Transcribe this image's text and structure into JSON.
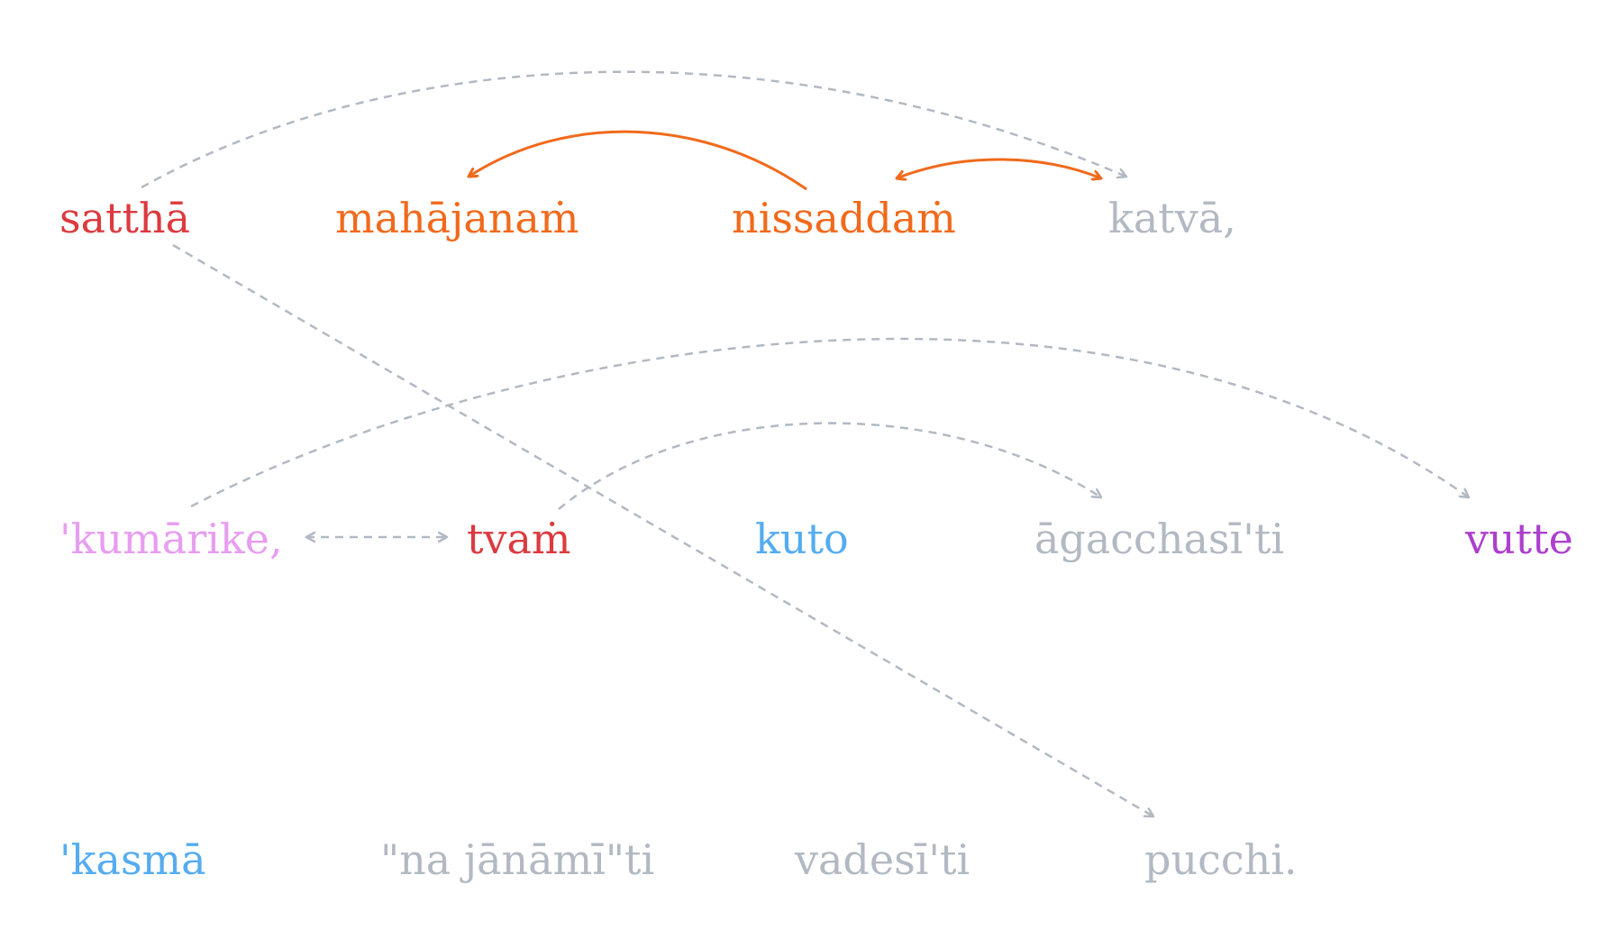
{
  "colors": {
    "red": "#dc3a3f",
    "orange": "#f06a1c",
    "gray": "#b2b9c2",
    "pink": "#e79df0",
    "blue": "#55acf0",
    "purple": "#ad3fce"
  },
  "words": [
    {
      "id": "w-sattha",
      "text": "satthā",
      "color": "red"
    },
    {
      "id": "w-mahajanam",
      "text": "mahājanaṁ",
      "color": "orange"
    },
    {
      "id": "w-nissaddam",
      "text": "nissaddaṁ",
      "color": "orange"
    },
    {
      "id": "w-katva",
      "text": "katvā,",
      "color": "gray"
    },
    {
      "id": "w-kumarike",
      "text": "'kumārike,",
      "color": "pink"
    },
    {
      "id": "w-tvam",
      "text": "tvaṁ",
      "color": "red"
    },
    {
      "id": "w-kuto",
      "text": "kuto",
      "color": "blue"
    },
    {
      "id": "w-agacchasiti",
      "text": "āgacchasī'ti",
      "color": "gray"
    },
    {
      "id": "w-vutte",
      "text": "vutte",
      "color": "purple"
    },
    {
      "id": "w-kasma",
      "text": "'kasmā",
      "color": "blue"
    },
    {
      "id": "w-na-janamiti",
      "text": "\"na jānāmī\"ti",
      "color": "gray"
    },
    {
      "id": "w-vadesiti",
      "text": "vadesī'ti",
      "color": "gray"
    },
    {
      "id": "w-pucchi",
      "text": "pucchi.",
      "color": "gray"
    }
  ],
  "links": [
    {
      "from": "w-sattha",
      "to": "w-katva",
      "style": "dashed",
      "color": "gray",
      "head_at": "end"
    },
    {
      "from": "w-sattha",
      "to": "w-pucchi",
      "style": "dashed",
      "color": "gray",
      "head_at": "end"
    },
    {
      "from": "w-nissaddam",
      "to": "w-mahajanam",
      "style": "solid",
      "color": "orange",
      "head_at": "end"
    },
    {
      "from": "w-nissaddam",
      "to": "w-katva",
      "style": "solid",
      "color": "orange",
      "head_at": "both"
    },
    {
      "from": "w-kumarike",
      "to": "w-vutte",
      "style": "dashed",
      "color": "gray",
      "head_at": "end"
    },
    {
      "from": "w-kumarike",
      "to": "w-tvam",
      "style": "dashed",
      "color": "gray",
      "head_at": "both"
    },
    {
      "from": "w-tvam",
      "to": "w-agacchasiti",
      "style": "dashed",
      "color": "gray",
      "head_at": "end"
    }
  ]
}
